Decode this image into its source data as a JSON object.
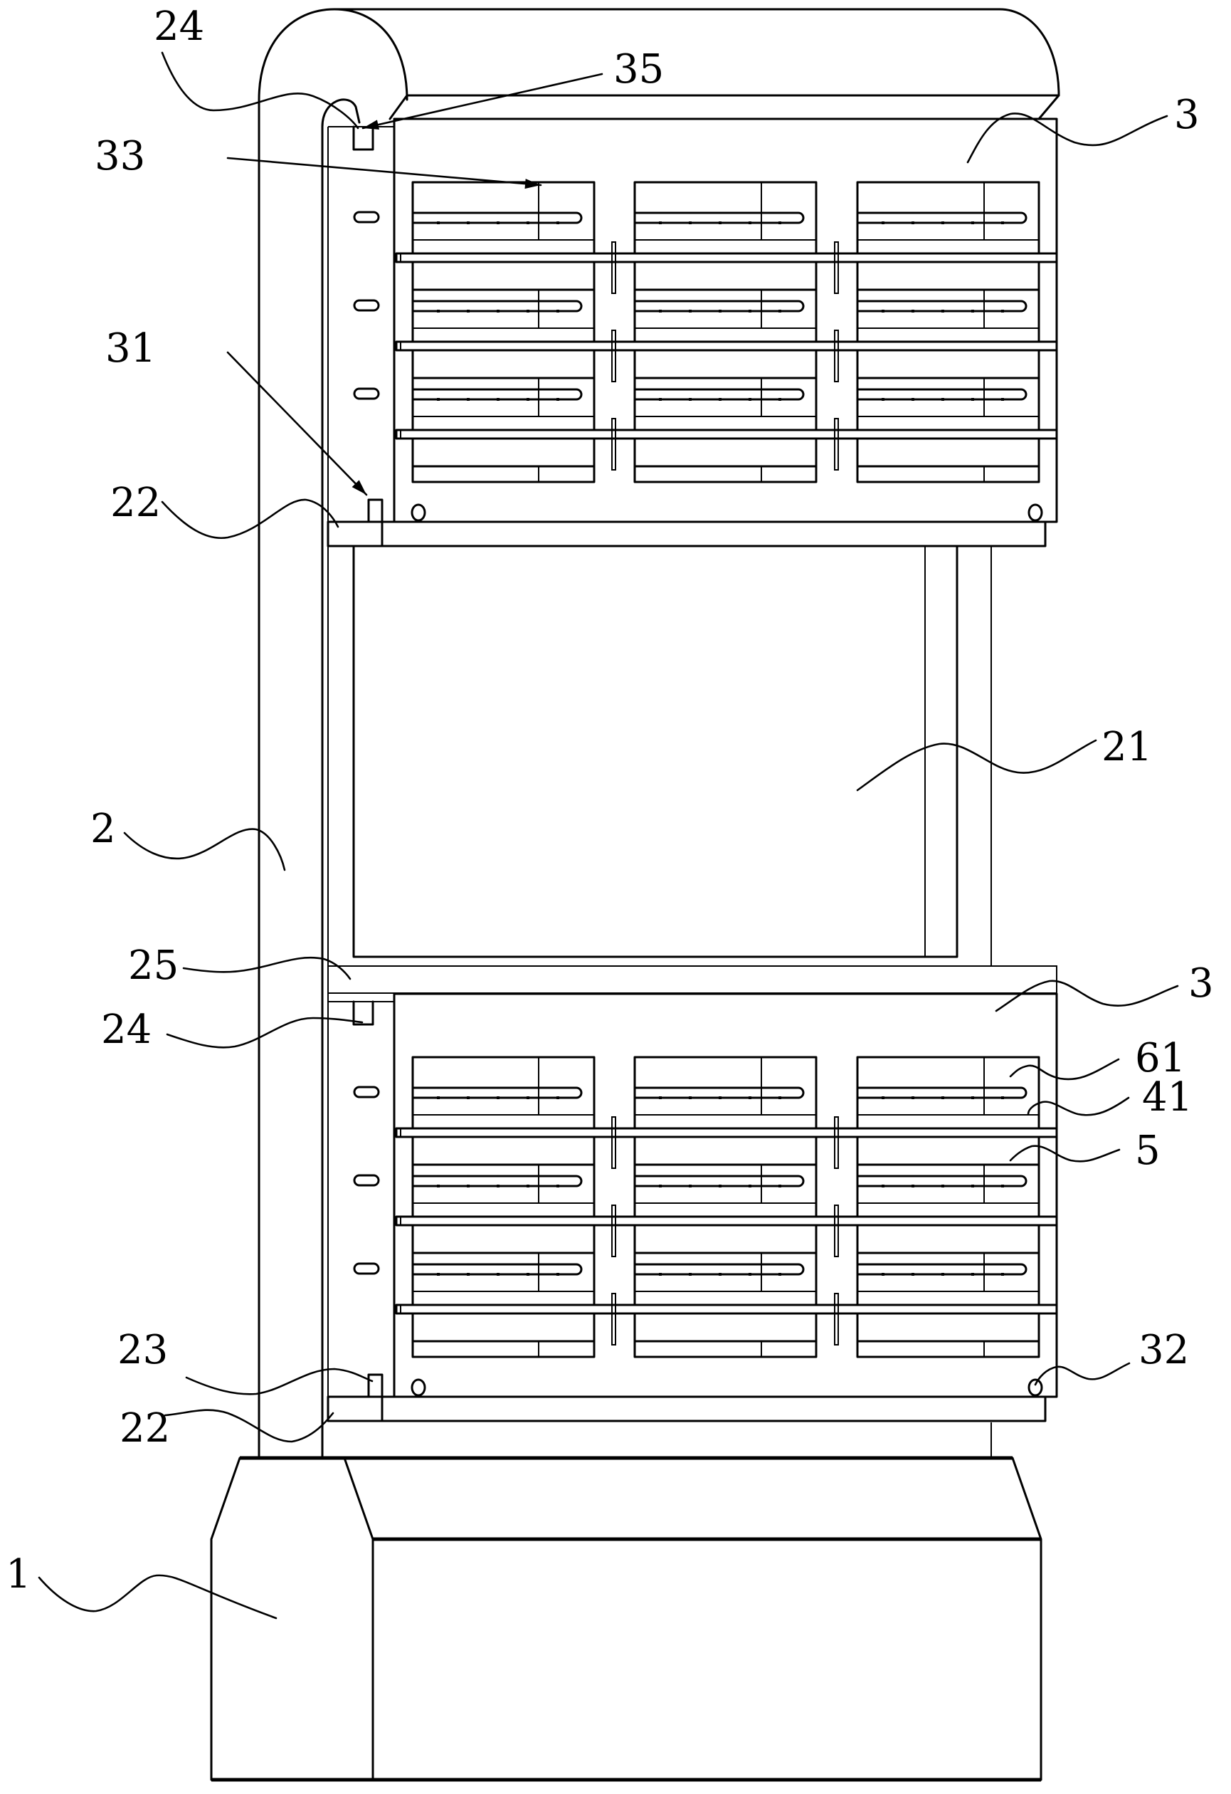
{
  "figure": {
    "type": "patent-drawing",
    "subject": "vertical cabinet with base, frame and two heating drawer units",
    "line_color": "#000000",
    "background_color": "#ffffff"
  },
  "labels": [
    {
      "id": "24",
      "text": "24",
      "refers_to": "slot-upper"
    },
    {
      "id": "35",
      "text": "35",
      "refers_to": "tab-upper"
    },
    {
      "id": "3a",
      "text": "3",
      "refers_to": "unit-upper"
    },
    {
      "id": "33",
      "text": "33",
      "refers_to": "heating-tube"
    },
    {
      "id": "31",
      "text": "31",
      "refers_to": "notch-upper"
    },
    {
      "id": "22a",
      "text": "22",
      "refers_to": "shelf-upper"
    },
    {
      "id": "21",
      "text": "21",
      "refers_to": "panel"
    },
    {
      "id": "2",
      "text": "2",
      "refers_to": "frame"
    },
    {
      "id": "25",
      "text": "25",
      "refers_to": "rail-band"
    },
    {
      "id": "24b",
      "text": "24",
      "refers_to": "slot-lower"
    },
    {
      "id": "3b",
      "text": "3",
      "refers_to": "unit-lower"
    },
    {
      "id": "61",
      "text": "61",
      "refers_to": "tube-lower"
    },
    {
      "id": "41",
      "text": "41",
      "refers_to": "rail-lower"
    },
    {
      "id": "5",
      "text": "5",
      "refers_to": "tray"
    },
    {
      "id": "23",
      "text": "23",
      "refers_to": "notch-lower"
    },
    {
      "id": "32",
      "text": "32",
      "refers_to": "bolt"
    },
    {
      "id": "22b",
      "text": "22",
      "refers_to": "shelf-lower"
    },
    {
      "id": "1",
      "text": "1",
      "refers_to": "base"
    }
  ],
  "units": {
    "count": 2,
    "columns": 3,
    "rows": 3
  }
}
